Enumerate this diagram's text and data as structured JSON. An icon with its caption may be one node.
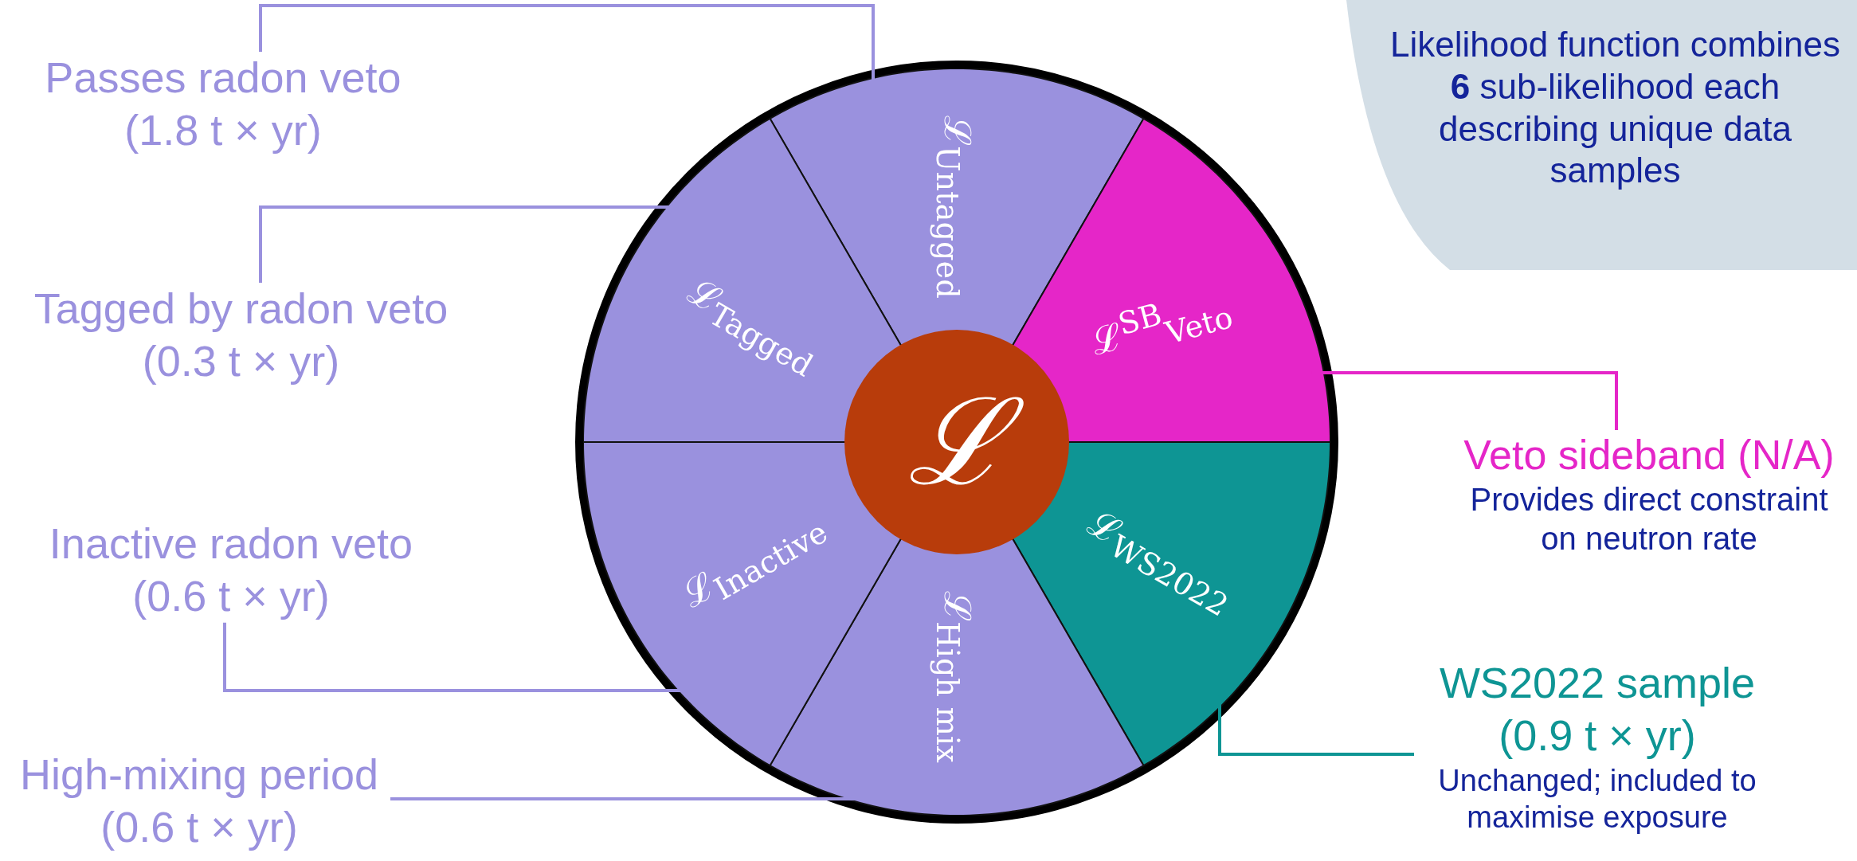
{
  "diagram": {
    "nodes": [
      {
        "text": [],
        "shape": "circle"
      },
      {
        "text": [
          "ℒ"
        ],
        "in": 0
      },
      {
        "text": [
          "ℒ$_{Untagged}$"
        ],
        "in": 0
      },
      {
        "text": [
          "ℒ$^{SB}$$_{Veto}$"
        ],
        "in": 0
      },
      {
        "text": [
          "ℒ$_{WS2022}$"
        ],
        "in": 0
      },
      {
        "text": [
          "ℒ$_{High mix}$"
        ],
        "in": 0
      },
      {
        "text": [
          "ℒ$_{Inactive}$"
        ],
        "in": 0
      },
      {
        "text": [
          "ℒ$_{Tagged}$"
        ],
        "in": 0
      },
      {
        "text": [
          "Passes radon veto (1.8 t × yr)"
        ]
      },
      {
        "text": [
          "Tagged by radon veto (0.3 t × yr)"
        ]
      },
      {
        "text": [
          "Inactive radon veto (0.6 t × yr)"
        ]
      },
      {
        "text": [
          "High-mixing period (0.6 t × yr)"
        ]
      },
      {
        "text": [
          "Veto sideband (N/A)",
          "Provides direct constraint on neutron rate"
        ]
      },
      {
        "text": [
          "WS2022 sample (0.9 t × yr)",
          "Unchanged; included to maximise exposure"
        ]
      },
      {
        "text": [
          "Likelihood function combines **6** sub-likelihood each describing unique data samples"
        ]
      }
    ],
    "edges": [
      {
        "from": 8,
        "to": 2,
        "arrow": "none"
      },
      {
        "from": 9,
        "to": 7,
        "arrow": "none"
      },
      {
        "from": 10,
        "to": 6,
        "arrow": "none"
      },
      {
        "from": 11,
        "to": 5,
        "arrow": "none"
      },
      {
        "from": 12,
        "to": 3,
        "arrow": "none",
        "color": "#e526c8"
      },
      {
        "from": 13,
        "to": 4,
        "arrow": "none",
        "color": "#0e9594"
      }
    ]
  }
}
